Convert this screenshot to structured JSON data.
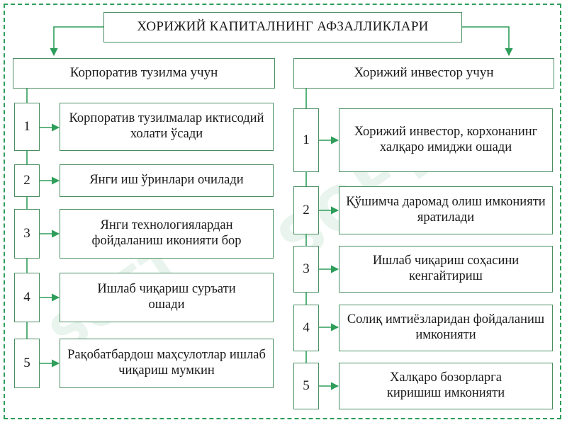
{
  "title": "ХОРИЖИЙ КАПИТАЛНИНГ АФЗАЛЛИКЛАРИ",
  "left": {
    "header": "Корпоратив тузилма учун",
    "items": [
      {
        "num": "1",
        "text": "Корпоратив тузилмалар иктисодий холати ўсади"
      },
      {
        "num": "2",
        "text": "Янги иш ўринлари очилади"
      },
      {
        "num": "3",
        "text": "Янги технологиялардан фойдаланиш иконияти бор"
      },
      {
        "num": "4",
        "text": "Ишлаб чиқариш суръати ошади"
      },
      {
        "num": "5",
        "text": "Рақобатбардош маҳсулотлар ишлаб чиқариш мумкин"
      }
    ]
  },
  "right": {
    "header": "Хорижий инвестор учун",
    "items": [
      {
        "num": "1",
        "text": "Хорижий инвестор, корхонанинг халқаро имиджи ошади"
      },
      {
        "num": "2",
        "text": "Қўшимча даромад олиш имконияти яратилади"
      },
      {
        "num": "3",
        "text": "Ишлаб чиқариш соҳасини кенгайтириш"
      },
      {
        "num": "4",
        "text": "Солиқ имтиёзларидан фойдаланиш имконияти"
      },
      {
        "num": "5",
        "text": "Халқаро бозорларга киришиш имконияти"
      }
    ]
  },
  "watermark": "SOFT",
  "colors": {
    "line": "#2e9e5a",
    "border": "#4a8f62"
  }
}
